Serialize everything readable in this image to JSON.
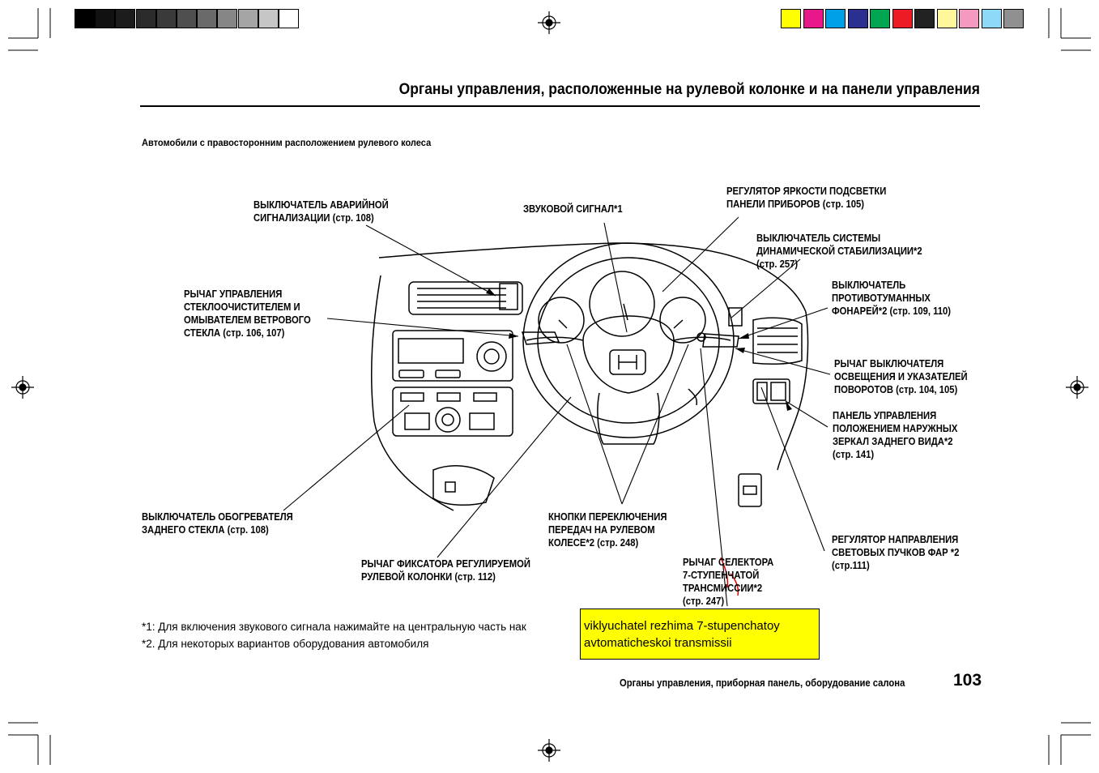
{
  "swatches_gray": [
    "#000000",
    "#111111",
    "#1c1c1c",
    "#2a2a2a",
    "#3a3a3a",
    "#4f4f4f",
    "#6a6a6a",
    "#868686",
    "#a5a5a5",
    "#c6c6c6",
    "#ffffff"
  ],
  "swatches_color": [
    "#ffff00",
    "#e8178a",
    "#00a0e6",
    "#2b2f8f",
    "#00a651",
    "#ed1c24",
    "#222222",
    "#fff799",
    "#f49ac1",
    "#8ed8f8",
    "#909090"
  ],
  "title": "Органы управления, расположенные на рулевой колонке и на панели управления",
  "subtitle": "Автомобили с правосторонним расположением рулевого колеса",
  "labels": {
    "hazard": [
      "ВЫКЛЮЧАТЕЛЬ АВАРИЙНОЙ",
      "СИГНАЛИЗАЦИИ (стр. 108)"
    ],
    "horn": [
      "ЗВУКОВОЙ СИГНАЛ*1"
    ],
    "brightness": [
      "РЕГУЛЯТОР ЯРКОСТИ ПОДСВЕТКИ",
      "ПАНЕЛИ ПРИБОРОВ (стр. 105)"
    ],
    "stability": [
      "ВЫКЛЮЧАТЕЛЬ СИСТЕМЫ",
      "ДИНАМИЧЕСКОЙ СТАБИЛИЗАЦИИ*2",
      "(стр. 257)"
    ],
    "wiper": [
      "РЫЧАГ УПРАВЛЕНИЯ",
      "СТЕКЛООЧИСТИТЕЛЕМ И",
      "ОМЫВАТЕЛЕМ ВЕТРОВОГО",
      "СТЕКЛА (стр. 106, 107)"
    ],
    "fog": [
      "ВЫКЛЮЧАТЕЛЬ",
      "ПРОТИВОТУМАННЫХ",
      "ФОНАРЕЙ*2 (стр. 109, 110)"
    ],
    "lights": [
      "РЫЧАГ ВЫКЛЮЧАТЕЛЯ",
      "ОСВЕЩЕНИЯ И УКАЗАТЕЛЕЙ",
      "ПОВОРОТОВ (стр. 104, 105)"
    ],
    "mirror": [
      "ПАНЕЛЬ УПРАВЛЕНИЯ",
      "ПОЛОЖЕНИЕМ НАРУЖНЫХ",
      "ЗЕРКАЛ ЗАДНЕГО ВИДА*2",
      "(стр. 141)"
    ],
    "defrost": [
      "ВЫКЛЮЧАТЕЛЬ ОБОГРЕВАТЕЛЯ",
      "ЗАДНЕГО СТЕКЛА (стр. 108)"
    ],
    "paddles": [
      "КНОПКИ ПЕРЕКЛЮЧЕНИЯ",
      "ПЕРЕДАЧ НА РУЛЕВОМ",
      "КОЛЕСЕ*2 (стр. 248)"
    ],
    "headlight": [
      "РЕГУЛЯТОР НАПРАВЛЕНИЯ",
      "СВЕТОВЫХ ПУЧКОВ ФАР *2",
      "(стр.111)"
    ],
    "tilt": [
      "РЫЧАГ ФИКСАТОРА РЕГУЛИРУЕМОЙ",
      "РУЛЕВОЙ КОЛОНКИ (стр. 112)"
    ],
    "selector": [
      "РЫЧАГ СЕЛЕКТОРА",
      "7-СТУПЕНЧАТОЙ",
      "ТРАНСМИССИИ*2",
      "(стр. 247)"
    ]
  },
  "notes": [
    "*1: Для включения звукового сигнала нажимайте на центральную часть нак",
    "*2. Для некоторых вариантов оборудования автомобиля"
  ],
  "annotation": [
    "viklyuchatel rezhima 7-stupenchatoy",
    "avtomaticheskoi transmissii"
  ],
  "footer": "Органы управления, приборная панель, оборудование салона",
  "page_number": "103"
}
